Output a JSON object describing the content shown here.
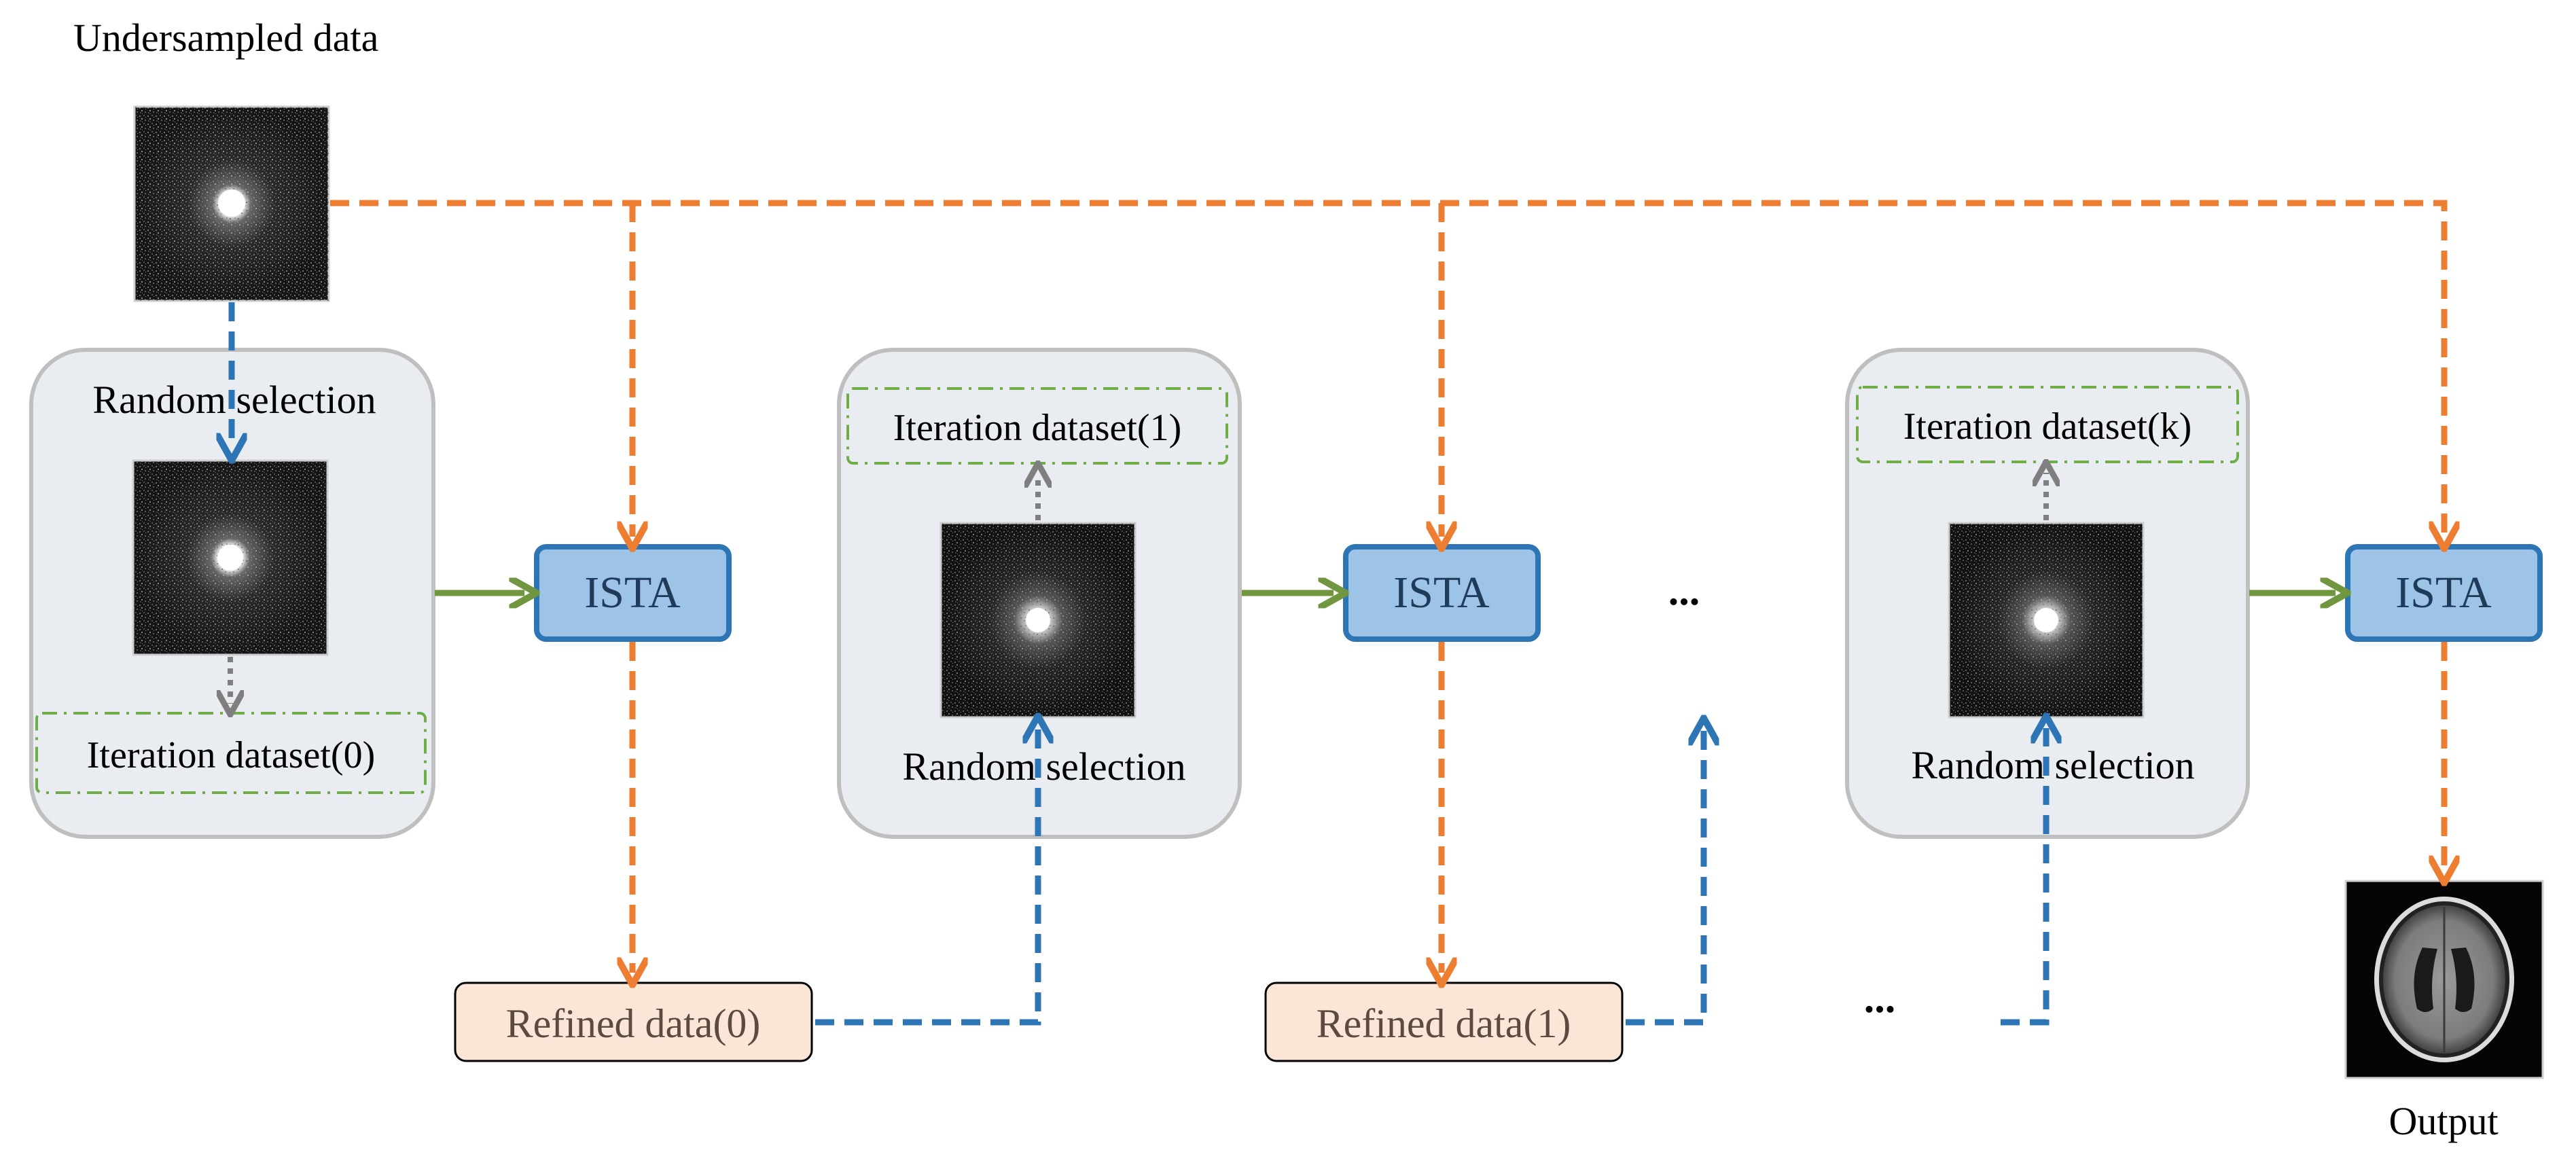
{
  "labels": {
    "input": "Undersampled data",
    "output": "Output",
    "ellipsis": "..."
  },
  "stages": [
    {
      "selection": "Random selection",
      "dataset": "Iteration dataset(0)",
      "refined": "Refined data(0)"
    },
    {
      "selection": "Random selection",
      "dataset": "Iteration dataset(1)",
      "refined": "Refined data(1)"
    },
    {
      "selection": "Random selection",
      "dataset": "Iteration dataset(k)"
    }
  ],
  "ista": [
    "ISTA",
    "ISTA",
    "ISTA"
  ],
  "colors": {
    "orange": "#ED7D31",
    "blue": "#2E75B6",
    "green": "#70963F",
    "gray": "#7F7F7F",
    "panel_fill": "#E9ECF1",
    "panel_stroke": "#BFBFBF",
    "ista_fill": "#9DC3E6",
    "ista_stroke": "#2E75B6",
    "refined_fill": "#FBE5D6",
    "dataset_stroke": "#70AD47"
  }
}
